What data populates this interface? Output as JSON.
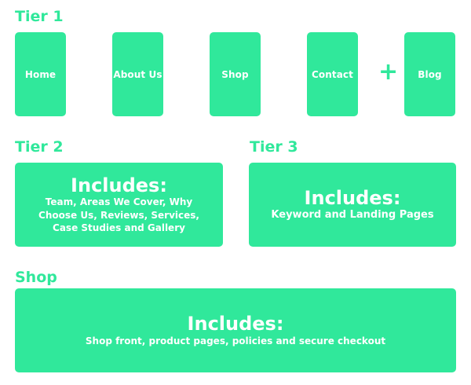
{
  "colors": {
    "accent": "#30e89b",
    "text_on_accent": "#ffffff"
  },
  "tier1": {
    "heading": "Tier 1",
    "pages": [
      "Home",
      "About Us",
      "Shop",
      "Contact",
      "Blog"
    ],
    "plus": "+"
  },
  "tier2": {
    "heading": "Tier 2",
    "title": "Includes:",
    "lines": [
      "Team, Areas We Cover, Why",
      "Choose Us, Reviews, Services,",
      "Case Studies and Gallery"
    ]
  },
  "tier3": {
    "heading": "Tier 3",
    "title": "Includes:",
    "lines": [
      "Keyword and Landing Pages"
    ]
  },
  "shop": {
    "heading": "Shop",
    "title": "Includes:",
    "lines": [
      "Shop front, product pages, policies and secure checkout"
    ]
  }
}
